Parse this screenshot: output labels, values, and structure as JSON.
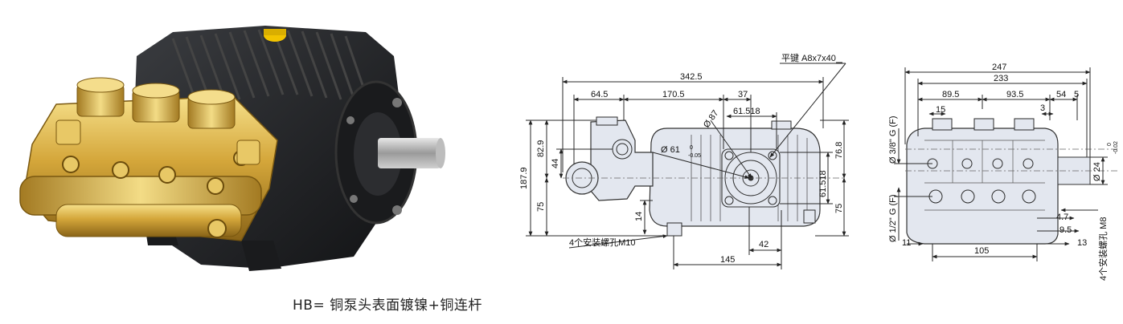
{
  "caption": "HB= 铜泵头表面镀镍+铜连杆",
  "side_view": {
    "key_label": "平键 A8x7x40",
    "mount_label": "4个安装螺孔M10",
    "dims": {
      "d_342_5": "342.5",
      "d_64_5": "64.5",
      "d_170_5": "170.5",
      "d_37": "37",
      "d_61_518_top": "61.518",
      "d_87": "Ø 87",
      "d_61": "Ø 61",
      "d_61_tol": "0",
      "d_61_tol2": "-0.05",
      "d_187_9": "187.9",
      "d_82_9": "82.9",
      "d_44": "44",
      "d_75_left": "75",
      "d_76_8": "76.8",
      "d_61_518_right": "61.518",
      "d_75_right": "75",
      "d_14": "14",
      "d_42": "42",
      "d_145": "145"
    }
  },
  "end_view": {
    "mount_label": "4个安装螺孔 M8",
    "dims": {
      "d_247": "247",
      "d_233": "233",
      "d_89_5": "89.5",
      "d_93_5": "93.5",
      "d_54": "54",
      "d_5": "5",
      "d_15": "15",
      "d_3": "3",
      "d_inlet": "Ø 3/8\" G (F)",
      "d_outlet": "Ø 1/2\" G (F)",
      "d_24": "Ø 24",
      "d_24_tol": "0",
      "d_24_tol2": "-0.02",
      "d_4_7": "4.7",
      "d_9_5": "9.5",
      "d_13": "13",
      "d_11": "11",
      "d_105": "105"
    }
  },
  "colors": {
    "brass": "#c99a2e",
    "brass_light": "#f2d77a",
    "black_body": "#1e1f22",
    "diagram_fill": "#e3e7ef",
    "line": "#2a2a2a"
  }
}
